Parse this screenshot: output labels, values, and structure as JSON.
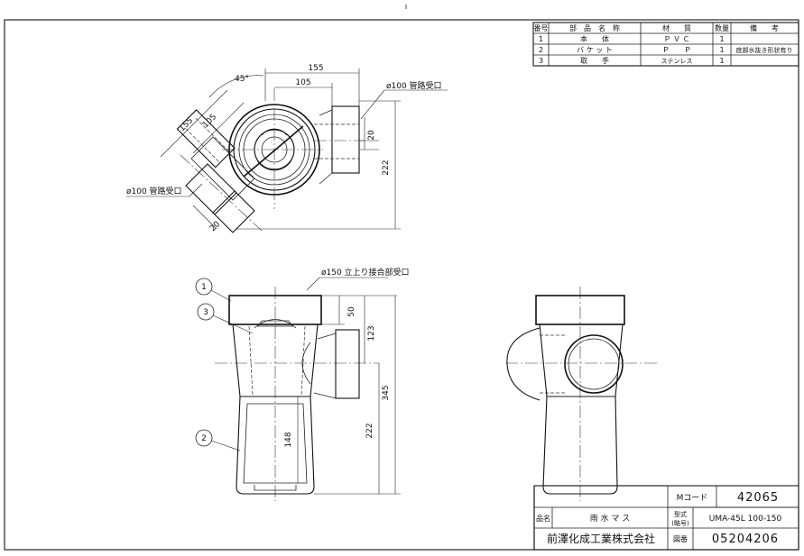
{
  "parts_table": {
    "headers": [
      "番号",
      "部　品　名　称",
      "材　　質",
      "数量",
      "備　　考"
    ],
    "rows": [
      [
        "1",
        "本　　体",
        "Ｐ Ｖ Ｃ",
        "1",
        ""
      ],
      [
        "2",
        "バ ケ ッ ト",
        "Ｐ　　Ｐ",
        "1",
        "底部水抜き形状有り"
      ],
      [
        "3",
        "取　　手",
        "ステンレス",
        "1",
        ""
      ]
    ]
  },
  "top_view": {
    "dim_45deg": "45°",
    "dim_155_top": "155",
    "dim_105_top": "105",
    "dim_155_diag": "155",
    "dim_105_diag": "105",
    "dim_20_right": "20",
    "dim_20_bottom": "20",
    "dim_222": "222",
    "label_pipe_right": "ø100 管路受口",
    "label_pipe_left": "ø100 管路受口"
  },
  "front_view": {
    "label_riser": "ø150 立上り接合部受口",
    "dim_50": "50",
    "dim_123": "123",
    "dim_345": "345",
    "dim_222": "222",
    "dim_148": "148",
    "balloon_1": "1",
    "balloon_2": "2",
    "balloon_3": "3"
  },
  "title_block": {
    "mcode_label": "Mコード",
    "mcode_value": "42065",
    "name_label": "品名",
    "name_value": "雨 水 マ ス",
    "model_label_1": "型式",
    "model_label_2": "(略号)",
    "model_value": "UMA-45L 100-150",
    "drawing_no_label": "図番",
    "drawing_no_value": "05204206",
    "company": "前澤化成工業株式会社"
  }
}
